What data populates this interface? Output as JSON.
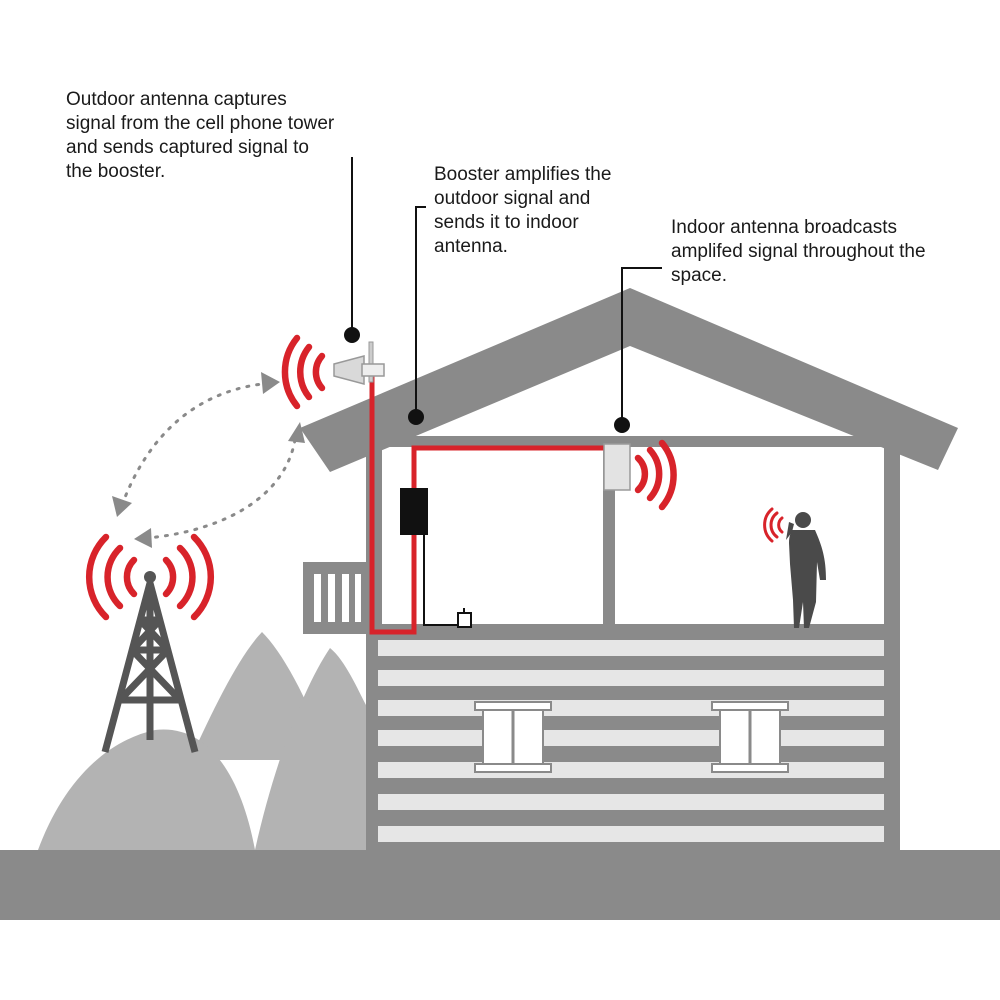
{
  "callouts": {
    "outdoor_antenna": {
      "lines": [
        "Outdoor antenna captures",
        "signal from the cell phone tower",
        "and sends captured signal to",
        "the booster."
      ]
    },
    "booster": {
      "lines": [
        "Booster amplifies the",
        "outdoor signal and",
        "sends it to indoor",
        "antenna."
      ]
    },
    "indoor_antenna": {
      "lines": [
        "Indoor antenna broadcasts",
        "amplifed signal throughout the",
        "space."
      ]
    }
  },
  "colors": {
    "signal": "#d8232a",
    "cable": "#d8232a",
    "structure": "#8a8a8a",
    "hills_light": "#b3b3b3",
    "hills_dark": "#9e9e9e",
    "ground": "#8a8a8a",
    "booster_unit": "#111111",
    "leader_line": "#111111",
    "text": "#1a1a1a"
  },
  "icons": {
    "tower": "cell-tower-icon",
    "outdoor_antenna": "yagi-antenna-icon",
    "booster": "booster-box-icon",
    "indoor_antenna": "panel-antenna-icon",
    "person": "person-on-phone-icon",
    "signal": "signal-waves-icon"
  }
}
